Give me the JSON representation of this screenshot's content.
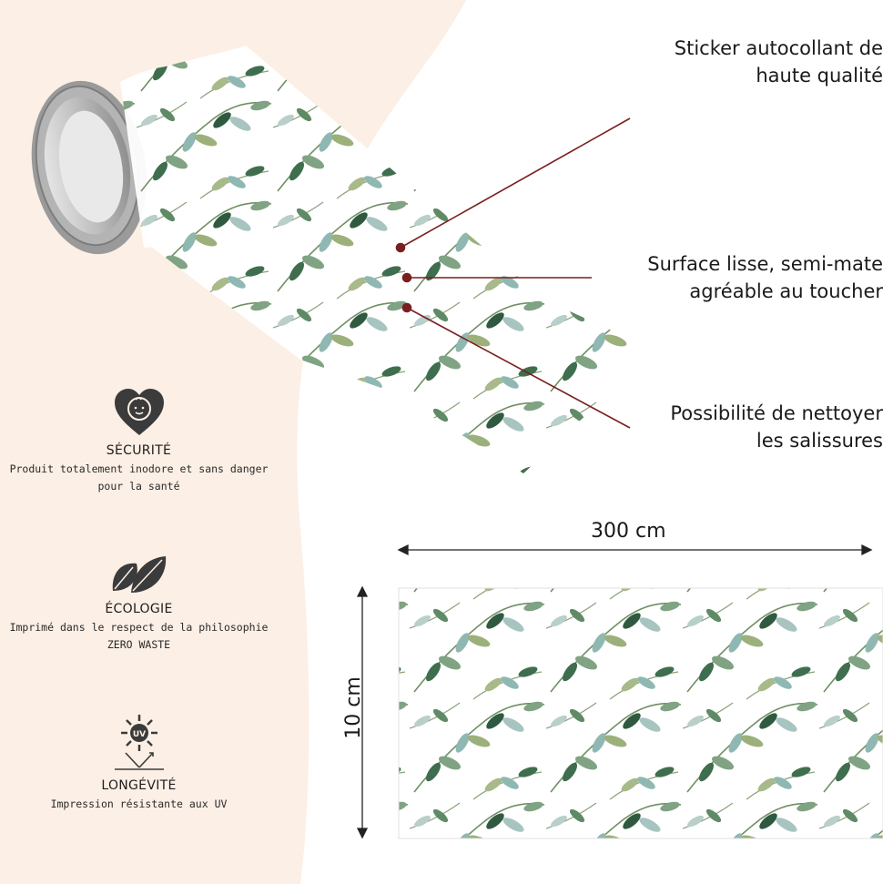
{
  "callouts": [
    {
      "line1": "Sticker autocollant de",
      "line2": "haute qualité"
    },
    {
      "line1": "Surface lisse, semi-mate",
      "line2": "agréable au toucher"
    },
    {
      "line1": "Possibilité de nettoyer",
      "line2": "les salissures"
    }
  ],
  "dimensions": {
    "width": "300 cm",
    "height": "10 cm"
  },
  "features": [
    {
      "icon": "baby-heart-icon",
      "title": "SÉCURITÉ",
      "desc1": "Produit totalement inodore et sans danger",
      "desc2": "pour la santé"
    },
    {
      "icon": "leaves-icon",
      "title": "ÉCOLOGIE",
      "desc1": "Imprimé dans le respect de la philosophie",
      "desc2": "ZERO WASTE"
    },
    {
      "icon": "uv-sun-icon",
      "title": "LONGÉVITÉ",
      "desc1": "Impression résistante aux UV",
      "desc2": ""
    }
  ],
  "colors": {
    "background": "#ffffff",
    "panel": "#fcefe5",
    "icon": "#3b3b3b",
    "leader_line": "#7a1f1f",
    "leaf_dark": "#3f6e4e",
    "leaf_mid": "#7fa383",
    "leaf_teal": "#8fb8b3"
  }
}
